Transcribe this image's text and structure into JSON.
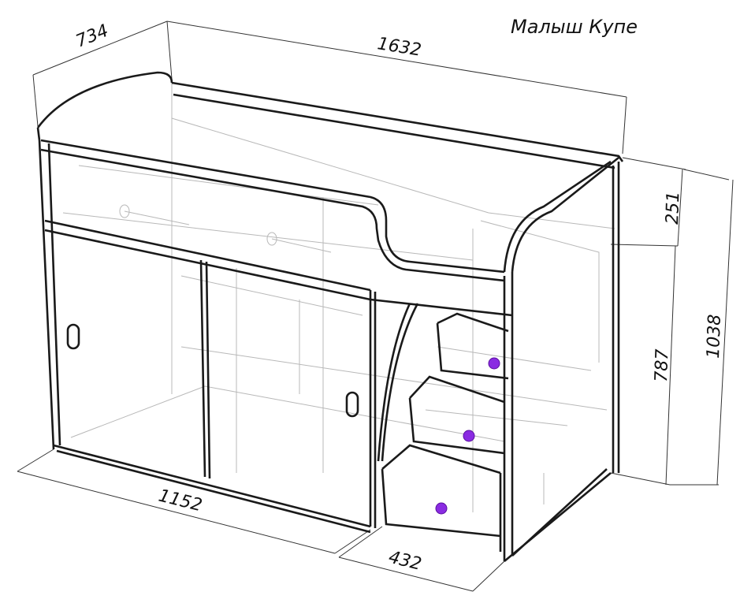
{
  "title": "Малыш Купе",
  "dimensions": {
    "depth": "734",
    "length": "1632",
    "guard_height": "251",
    "bed_height": "787",
    "total_height": "1038",
    "wardrobe_width": "1152",
    "stairs_width": "432"
  },
  "colors": {
    "lines": "#1a1a1a",
    "hidden_lines": "#b8b8b8",
    "knobs": "#8a2be2"
  }
}
